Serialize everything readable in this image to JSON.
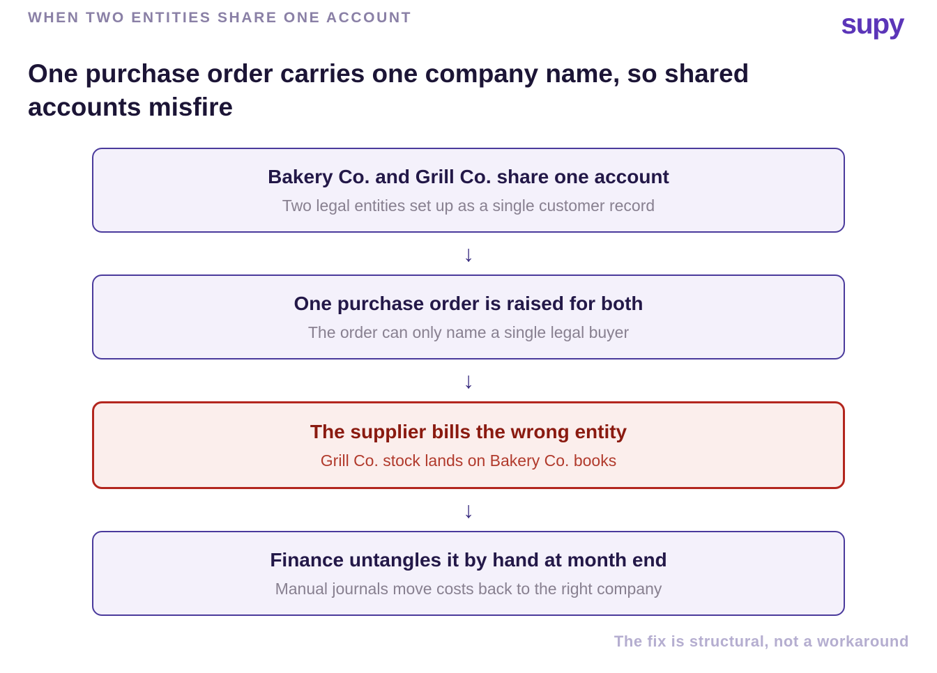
{
  "header": {
    "eyebrow": "WHEN TWO ENTITIES SHARE ONE ACCOUNT",
    "logo": "supy",
    "title": "One purchase order carries one company name, so shared accounts misfire"
  },
  "steps": [
    {
      "title": "Bakery Co. and Grill Co. share one account",
      "subtitle": "Two legal entities set up as a single customer record"
    },
    {
      "title": "One purchase order is raised for both",
      "subtitle": "The order can only name a single legal buyer"
    },
    {
      "title": "The supplier bills the wrong entity",
      "subtitle": "Grill Co. stock lands on Bakery Co. books",
      "highlight": true
    },
    {
      "title": "Finance untangles it by hand at month end",
      "subtitle": "Manual journals move costs back to the right company"
    }
  ],
  "arrow_glyph": "↓",
  "footer": "The fix is structural, not a workaround",
  "colors": {
    "brand": "#5b35b8",
    "box_border": "#4a3a9c",
    "box_fill": "#f4f1fb",
    "alert_border": "#b3261e",
    "alert_fill": "#fbeeec"
  }
}
